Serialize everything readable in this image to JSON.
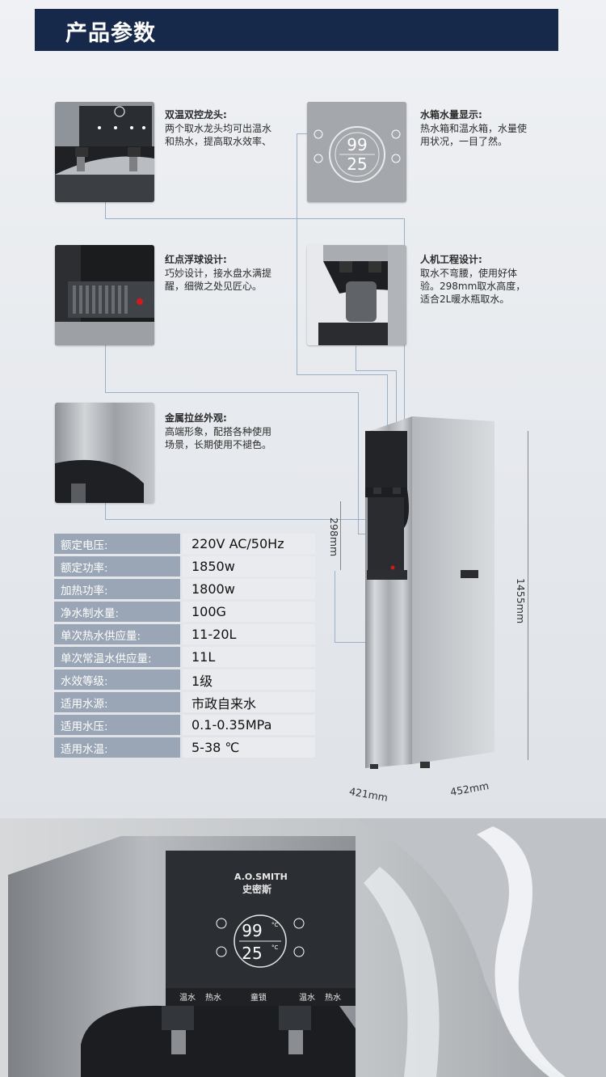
{
  "header": {
    "title": "产品参数"
  },
  "features": [
    {
      "title": "双温双控龙头:",
      "desc": "两个取水龙头均可出温水和热水，提高取水效率、"
    },
    {
      "title": "水箱水量显示:",
      "desc": "热水箱和温水箱，水量使用状况，一目了然。"
    },
    {
      "title": "红点浮球设计:",
      "desc": "巧妙设计，接水盘水满提醒，细微之处见匠心。"
    },
    {
      "title": "人机工程设计:",
      "desc": "取水不弯腰，使用好体验。298mm取水高度，适合2L暖水瓶取水。"
    },
    {
      "title": "金属拉丝外观:",
      "desc": "高端形象，配搭各种使用场景，长期使用不褪色。"
    }
  ],
  "specs": [
    {
      "label": "额定电压:",
      "value": "220V AC/50Hz"
    },
    {
      "label": "额定功率:",
      "value": "1850w"
    },
    {
      "label": "加热功率:",
      "value": "1800w"
    },
    {
      "label": "净水制水量:",
      "value": "100G"
    },
    {
      "label": "单次热水供应量:",
      "value": "11-20L"
    },
    {
      "label": "单次常温水供应量:",
      "value": "11L"
    },
    {
      "label": "水效等级:",
      "value": "1级"
    },
    {
      "label": "适用水源:",
      "value": "市政自来水"
    },
    {
      "label": "适用水压:",
      "value": "0.1-0.35MPa"
    },
    {
      "label": "适用水温:",
      "value": "5-38 ℃"
    }
  ],
  "dimensions": {
    "height": "1455mm",
    "tap_height": "298mm",
    "depth": "421mm",
    "width": "452mm"
  },
  "panel": {
    "small_display": {
      "top": "99",
      "bottom": "25"
    },
    "brand_en": "A.O.SMITH",
    "brand_cn": "史密斯",
    "display": {
      "top": "99",
      "top_unit": "°C",
      "bottom": "25",
      "bottom_unit": "°C"
    },
    "buttons": [
      "温水",
      "热水",
      "童锁",
      "温水",
      "热水"
    ]
  }
}
